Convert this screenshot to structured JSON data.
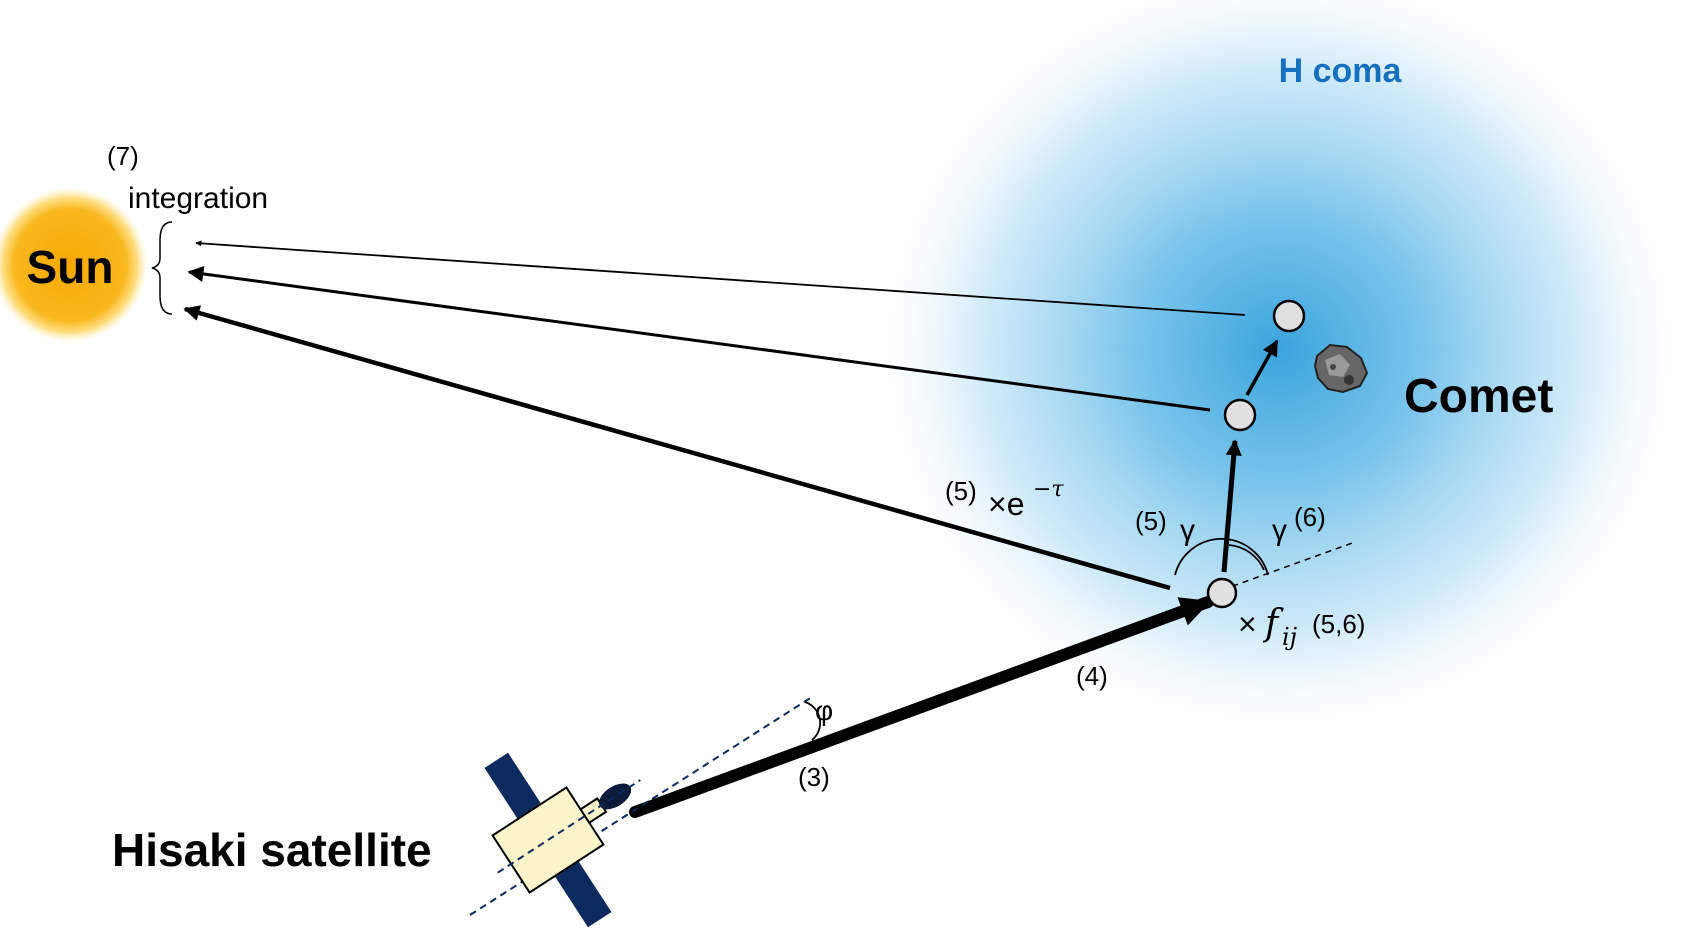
{
  "colors": {
    "coma": "#4aaee0",
    "sun_core": "#f7a800",
    "sun_glow": "#ffd34d",
    "h_coma_label": "#1670c0",
    "satellite_panel": "#0b2a5e",
    "satellite_body": "#fbf3c9",
    "particle_fill": "#e0e0e0"
  },
  "labels": {
    "h_coma": "H coma",
    "sun": "Sun",
    "comet": "Comet",
    "satellite": "Hisaki satellite",
    "step7_num": "(7)",
    "step7_text": "integration",
    "step5_extinction_num": "(5)",
    "step5_extinction_text": "×e",
    "tau": "−τ",
    "step5_gamma_num": "(5)",
    "gamma_left": "γ",
    "gamma_right": "γ",
    "step6_num": "(6)",
    "times": "×",
    "f": "f",
    "ij": "ij",
    "step56": "(5,6)",
    "step4": "(4)",
    "step3": "(3)",
    "phi": "φ"
  },
  "icons": {
    "sun": "sun-icon",
    "comet": "comet-nucleus-icon",
    "satellite": "satellite-icon"
  }
}
